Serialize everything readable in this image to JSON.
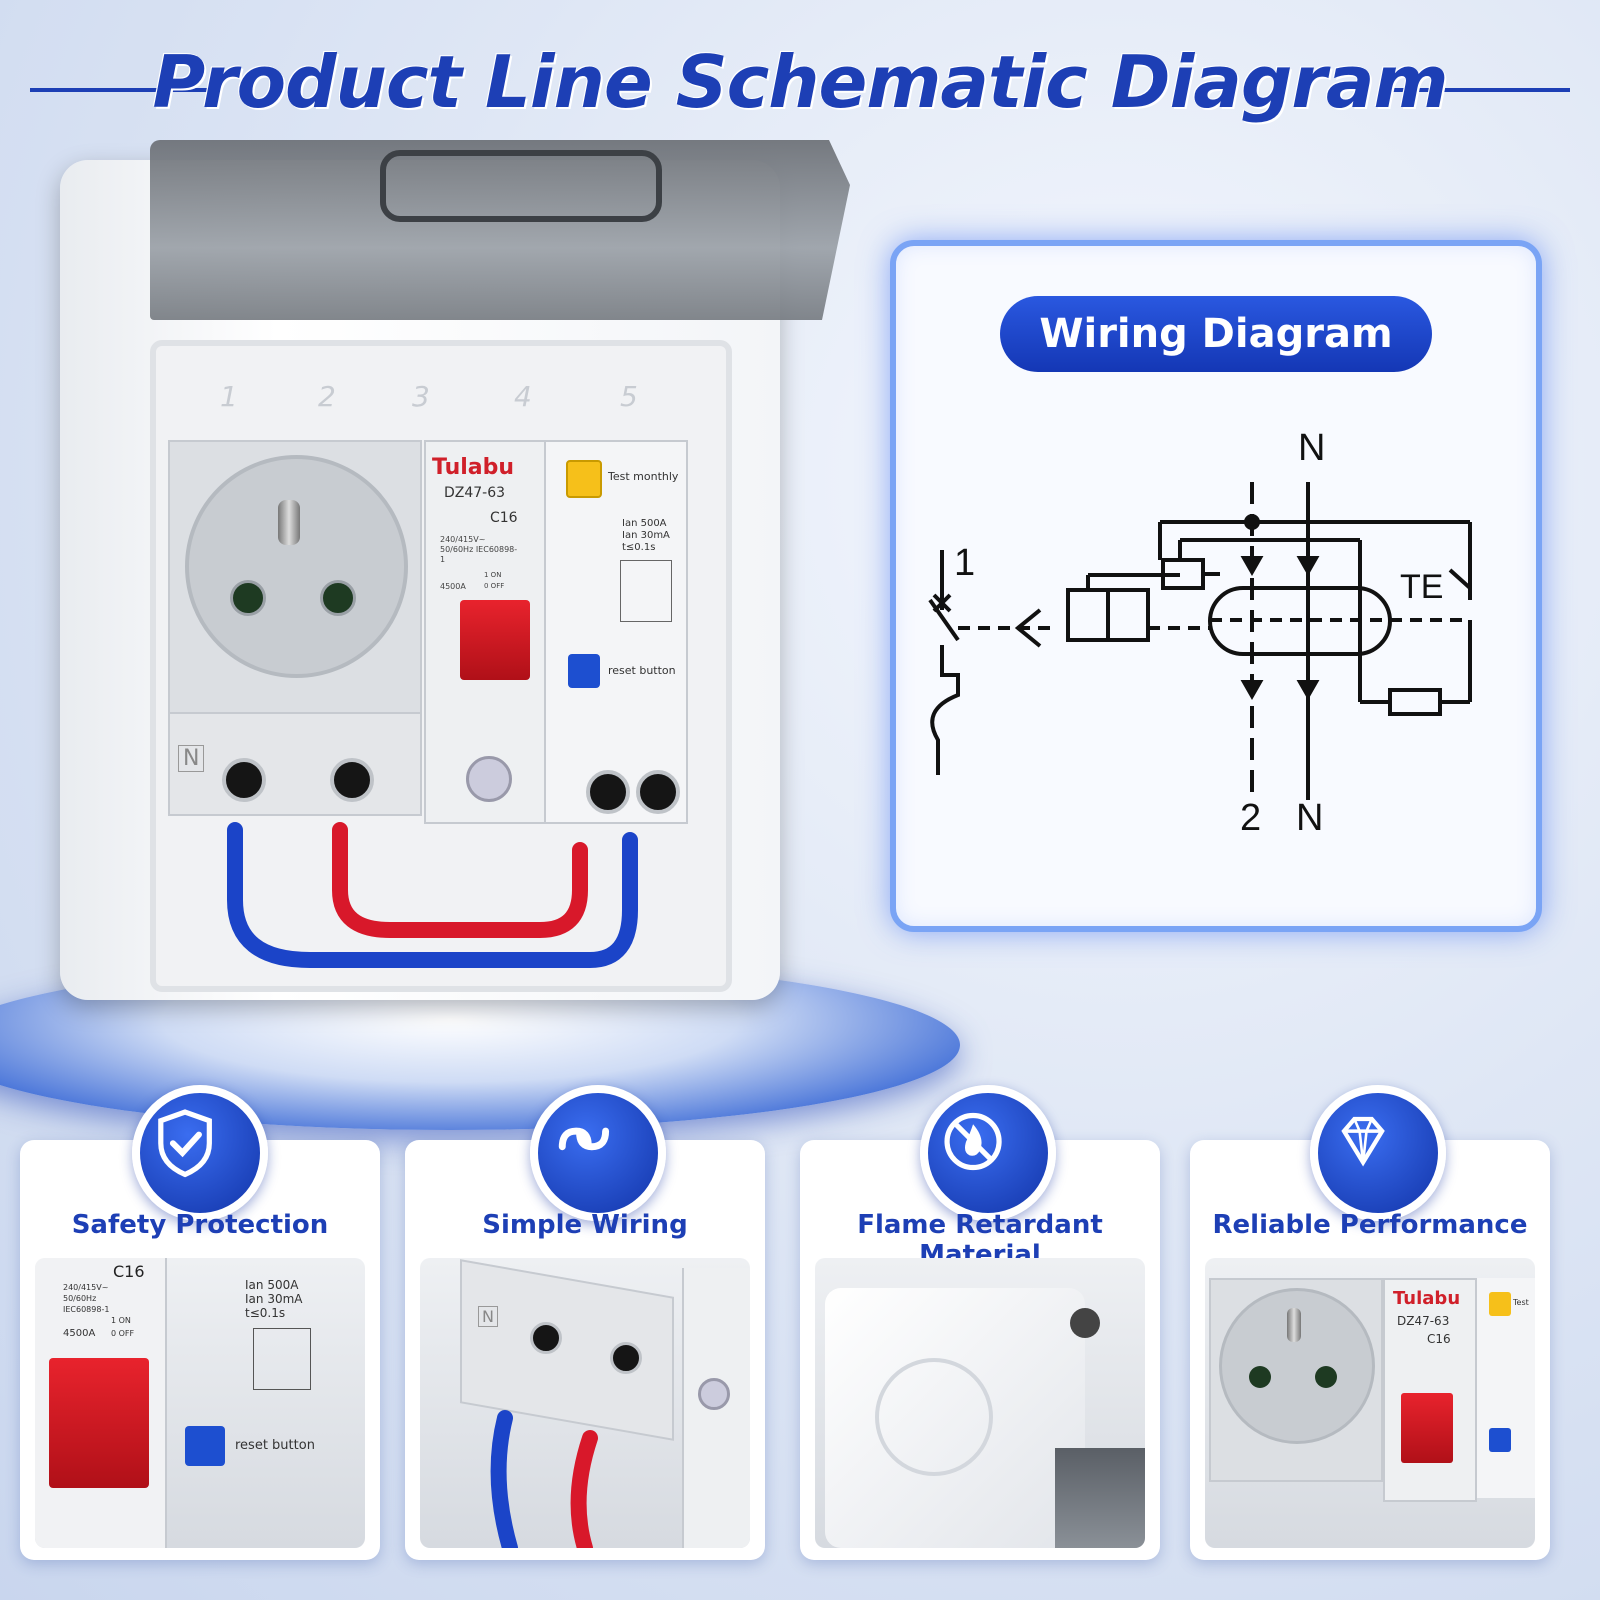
{
  "page": {
    "title": "Product Line Schematic Diagram"
  },
  "product": {
    "slot_numbers": [
      "1",
      "2",
      "3",
      "4",
      "5"
    ],
    "socket": {
      "n_label": "N"
    },
    "breaker": {
      "brand": "Tulabu",
      "model": "DZ47-63",
      "rating": "C16",
      "spec": "240/415V~ 50/60Hz IEC60898-1",
      "capacity": "4500A",
      "on_label": "1 ON",
      "off_label": "0 OFF"
    },
    "rcd": {
      "test_label": "Test monthly",
      "spec_line1": "Ian 500A",
      "spec_line2": "Ian 30mA",
      "spec_line3": "t≤0.1s",
      "reset_label": "reset button"
    }
  },
  "wiring": {
    "badge": "Wiring Diagram",
    "labels": {
      "n_top": "N",
      "terminal_1": "1",
      "te": "TE",
      "terminal_2": "2",
      "n_bottom": "N"
    }
  },
  "features": [
    {
      "icon": "shield-check-icon",
      "title": "Safety Protection",
      "photo": {
        "rating": "C16",
        "spec": "240/415V~ 50/60Hz IEC60898-1",
        "capacity": "4500A",
        "on_label": "1 ON",
        "off_label": "0 OFF",
        "rcd_line1": "Ian 500A",
        "rcd_line2": "Ian 30mA",
        "rcd_line3": "t≤0.1s",
        "reset_label": "reset button"
      }
    },
    {
      "icon": "connection-icon",
      "title": "Simple Wiring",
      "photo": {
        "n_label": "N"
      }
    },
    {
      "icon": "no-fire-icon",
      "title": "Flame Retardant Material",
      "photo": {}
    },
    {
      "icon": "diamond-icon",
      "title": "Reliable Performance",
      "photo": {
        "brand": "Tulabu",
        "model": "DZ47-63",
        "rating": "C16",
        "test_label": "Test"
      }
    }
  ],
  "colors": {
    "brand_blue": "#1d3fb5",
    "breaker_red": "#d0202a",
    "test_yellow": "#f6c01a",
    "reset_blue": "#1d4fd0"
  }
}
